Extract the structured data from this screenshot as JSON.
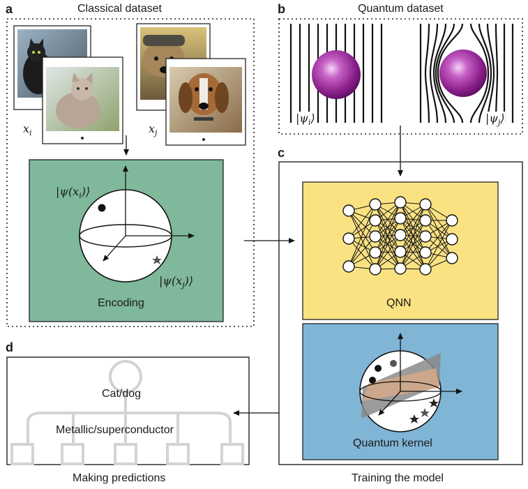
{
  "panel_a": {
    "letter": "a",
    "title": "Classical dataset",
    "label_xi": "x",
    "label_xi_sub": "i",
    "label_xj": "x",
    "label_xj_sub": "j",
    "ket_i": "|ψ(x",
    "ket_i_sub": "i",
    "ket_i_end": ")⟩",
    "ket_j": "|ψ(x",
    "ket_j_sub": "j",
    "ket_j_end": ")⟩",
    "encoding_label": "Encoding"
  },
  "panel_b": {
    "letter": "b",
    "title": "Quantum dataset",
    "ket_i": "|ψ",
    "ket_i_sub": "i",
    "ket_i_end": "⟩",
    "ket_j": "|ψ",
    "ket_j_sub": "j",
    "ket_j_end": "⟩"
  },
  "panel_c": {
    "letter": "c",
    "qnn_label": "QNN",
    "kernel_label": "Quantum kernel",
    "caption": "Training the model"
  },
  "panel_d": {
    "letter": "d",
    "prediction_1": "Cat/dog",
    "prediction_2": "Metallic/superconductor",
    "caption": "Making predictions"
  },
  "colors": {
    "encoding_bg": "#7fb89b",
    "qnn_bg": "#fae283",
    "kernel_bg": "#80b5d6",
    "sphere_purple": "#8a1f8a",
    "tree_gray": "#d3d3d3"
  }
}
